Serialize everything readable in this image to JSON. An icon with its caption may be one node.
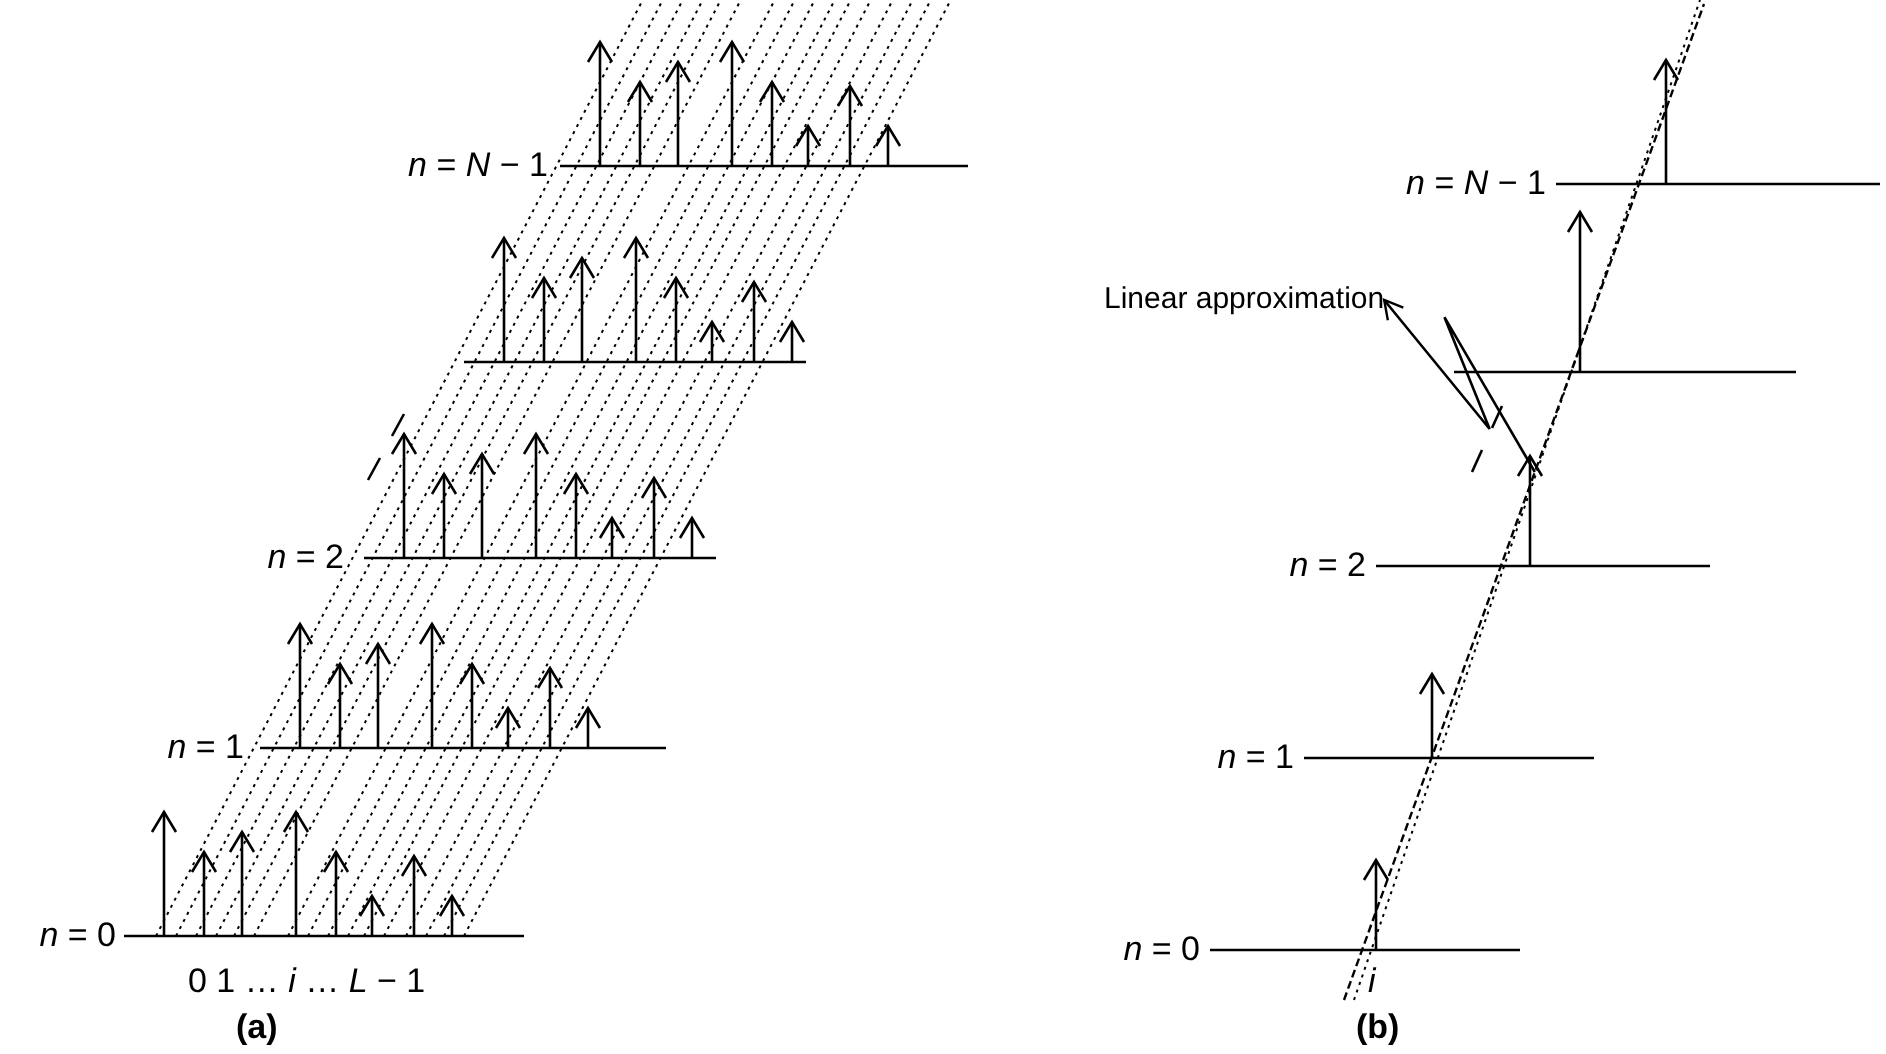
{
  "diagram": {
    "nodes": [
      {
        "text": [
          "Linear approximation"
        ]
      },
      {
        "text": [],
        "shape": "line"
      }
    ],
    "edges": [
      {
        "from": 1,
        "to": 0,
        "arrow": "to"
      }
    ],
    "labels": [
      "*n* = *N* − 1",
      "*n* = 2",
      "*n* = 1",
      "*n* = 0",
      "0  1 … *i* …  *L* − 1",
      "(a)",
      "*n* = *N* − 1",
      "*n* = 2",
      "*n* = 1",
      "*n* = 0",
      "i",
      "(b)"
    ]
  }
}
